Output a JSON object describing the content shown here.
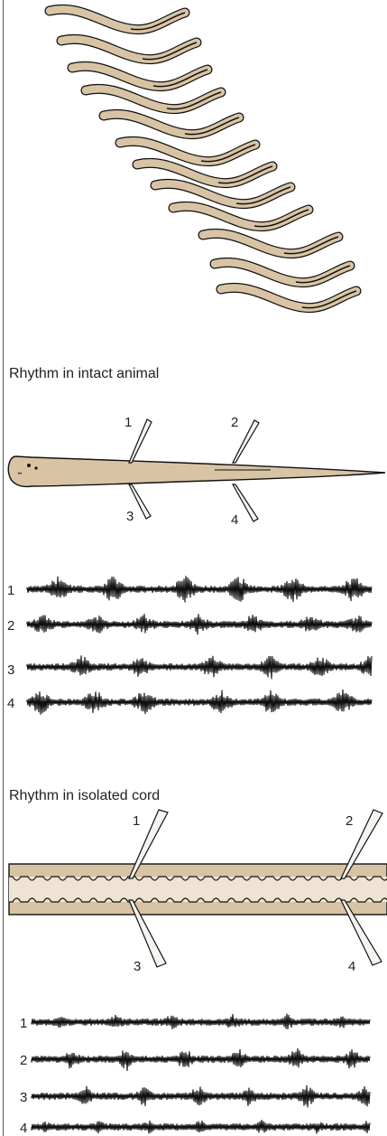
{
  "panels": {
    "intact": {
      "caption": "Rhythm in intact animal",
      "electrodes": [
        "1",
        "2",
        "3",
        "4"
      ],
      "traces": [
        "1",
        "2",
        "3",
        "4"
      ]
    },
    "isolated": {
      "caption": "Rhythm in isolated cord",
      "electrodes": [
        "1",
        "2",
        "3",
        "4"
      ],
      "traces": [
        "1",
        "2",
        "3",
        "4"
      ]
    }
  },
  "colors": {
    "body_fill": "#d8c4a4",
    "cord_inner": "#efe3d3",
    "outline": "#111111"
  }
}
